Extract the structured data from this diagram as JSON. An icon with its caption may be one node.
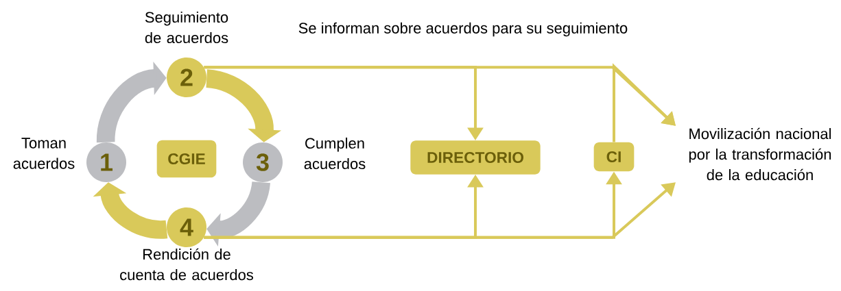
{
  "diagram": {
    "nodes": [
      {
        "text": [
          "1"
        ],
        "beside": [
          "Toman acuerdos"
        ]
      },
      {
        "text": [
          "2"
        ],
        "beside": [
          "Seguimiento de acuerdos"
        ]
      },
      {
        "text": [
          "3"
        ],
        "beside": [
          "Cumplen acuerdos"
        ]
      },
      {
        "text": [
          "4"
        ],
        "beside": [
          "Rendición de cuenta de acuerdos"
        ]
      },
      {
        "text": [
          "CGIE"
        ]
      },
      {
        "text": [
          "DIRECTORIO"
        ]
      },
      {
        "text": [
          "CI"
        ]
      },
      {
        "text": [
          "Movilización nacional por la transformación de la educación"
        ]
      }
    ],
    "edges": [
      {
        "from": 0,
        "to": 1,
        "arrow": "to",
        "style": "thick",
        "color": "#bcbdc1"
      },
      {
        "from": 1,
        "to": 2,
        "arrow": "to",
        "style": "thick"
      },
      {
        "from": 2,
        "to": 3,
        "arrow": "to",
        "style": "thick",
        "color": "#bcbdc1"
      },
      {
        "from": 3,
        "to": 0,
        "arrow": "to",
        "style": "thick"
      },
      {
        "from": 1,
        "to": 5,
        "arrow": "to"
      },
      {
        "from": 1,
        "to": 7,
        "arrow": "to"
      },
      {
        "from": 6,
        "to": 7,
        "arrow": "to"
      },
      {
        "from": 3,
        "to": 5,
        "arrow": "to"
      },
      {
        "from": 3,
        "to": 6,
        "arrow": "to"
      },
      {
        "from": 3,
        "to": 7,
        "arrow": "to"
      }
    ],
    "labels": [
      "Se informan sobre acuerdos para su seguimiento"
    ]
  }
}
